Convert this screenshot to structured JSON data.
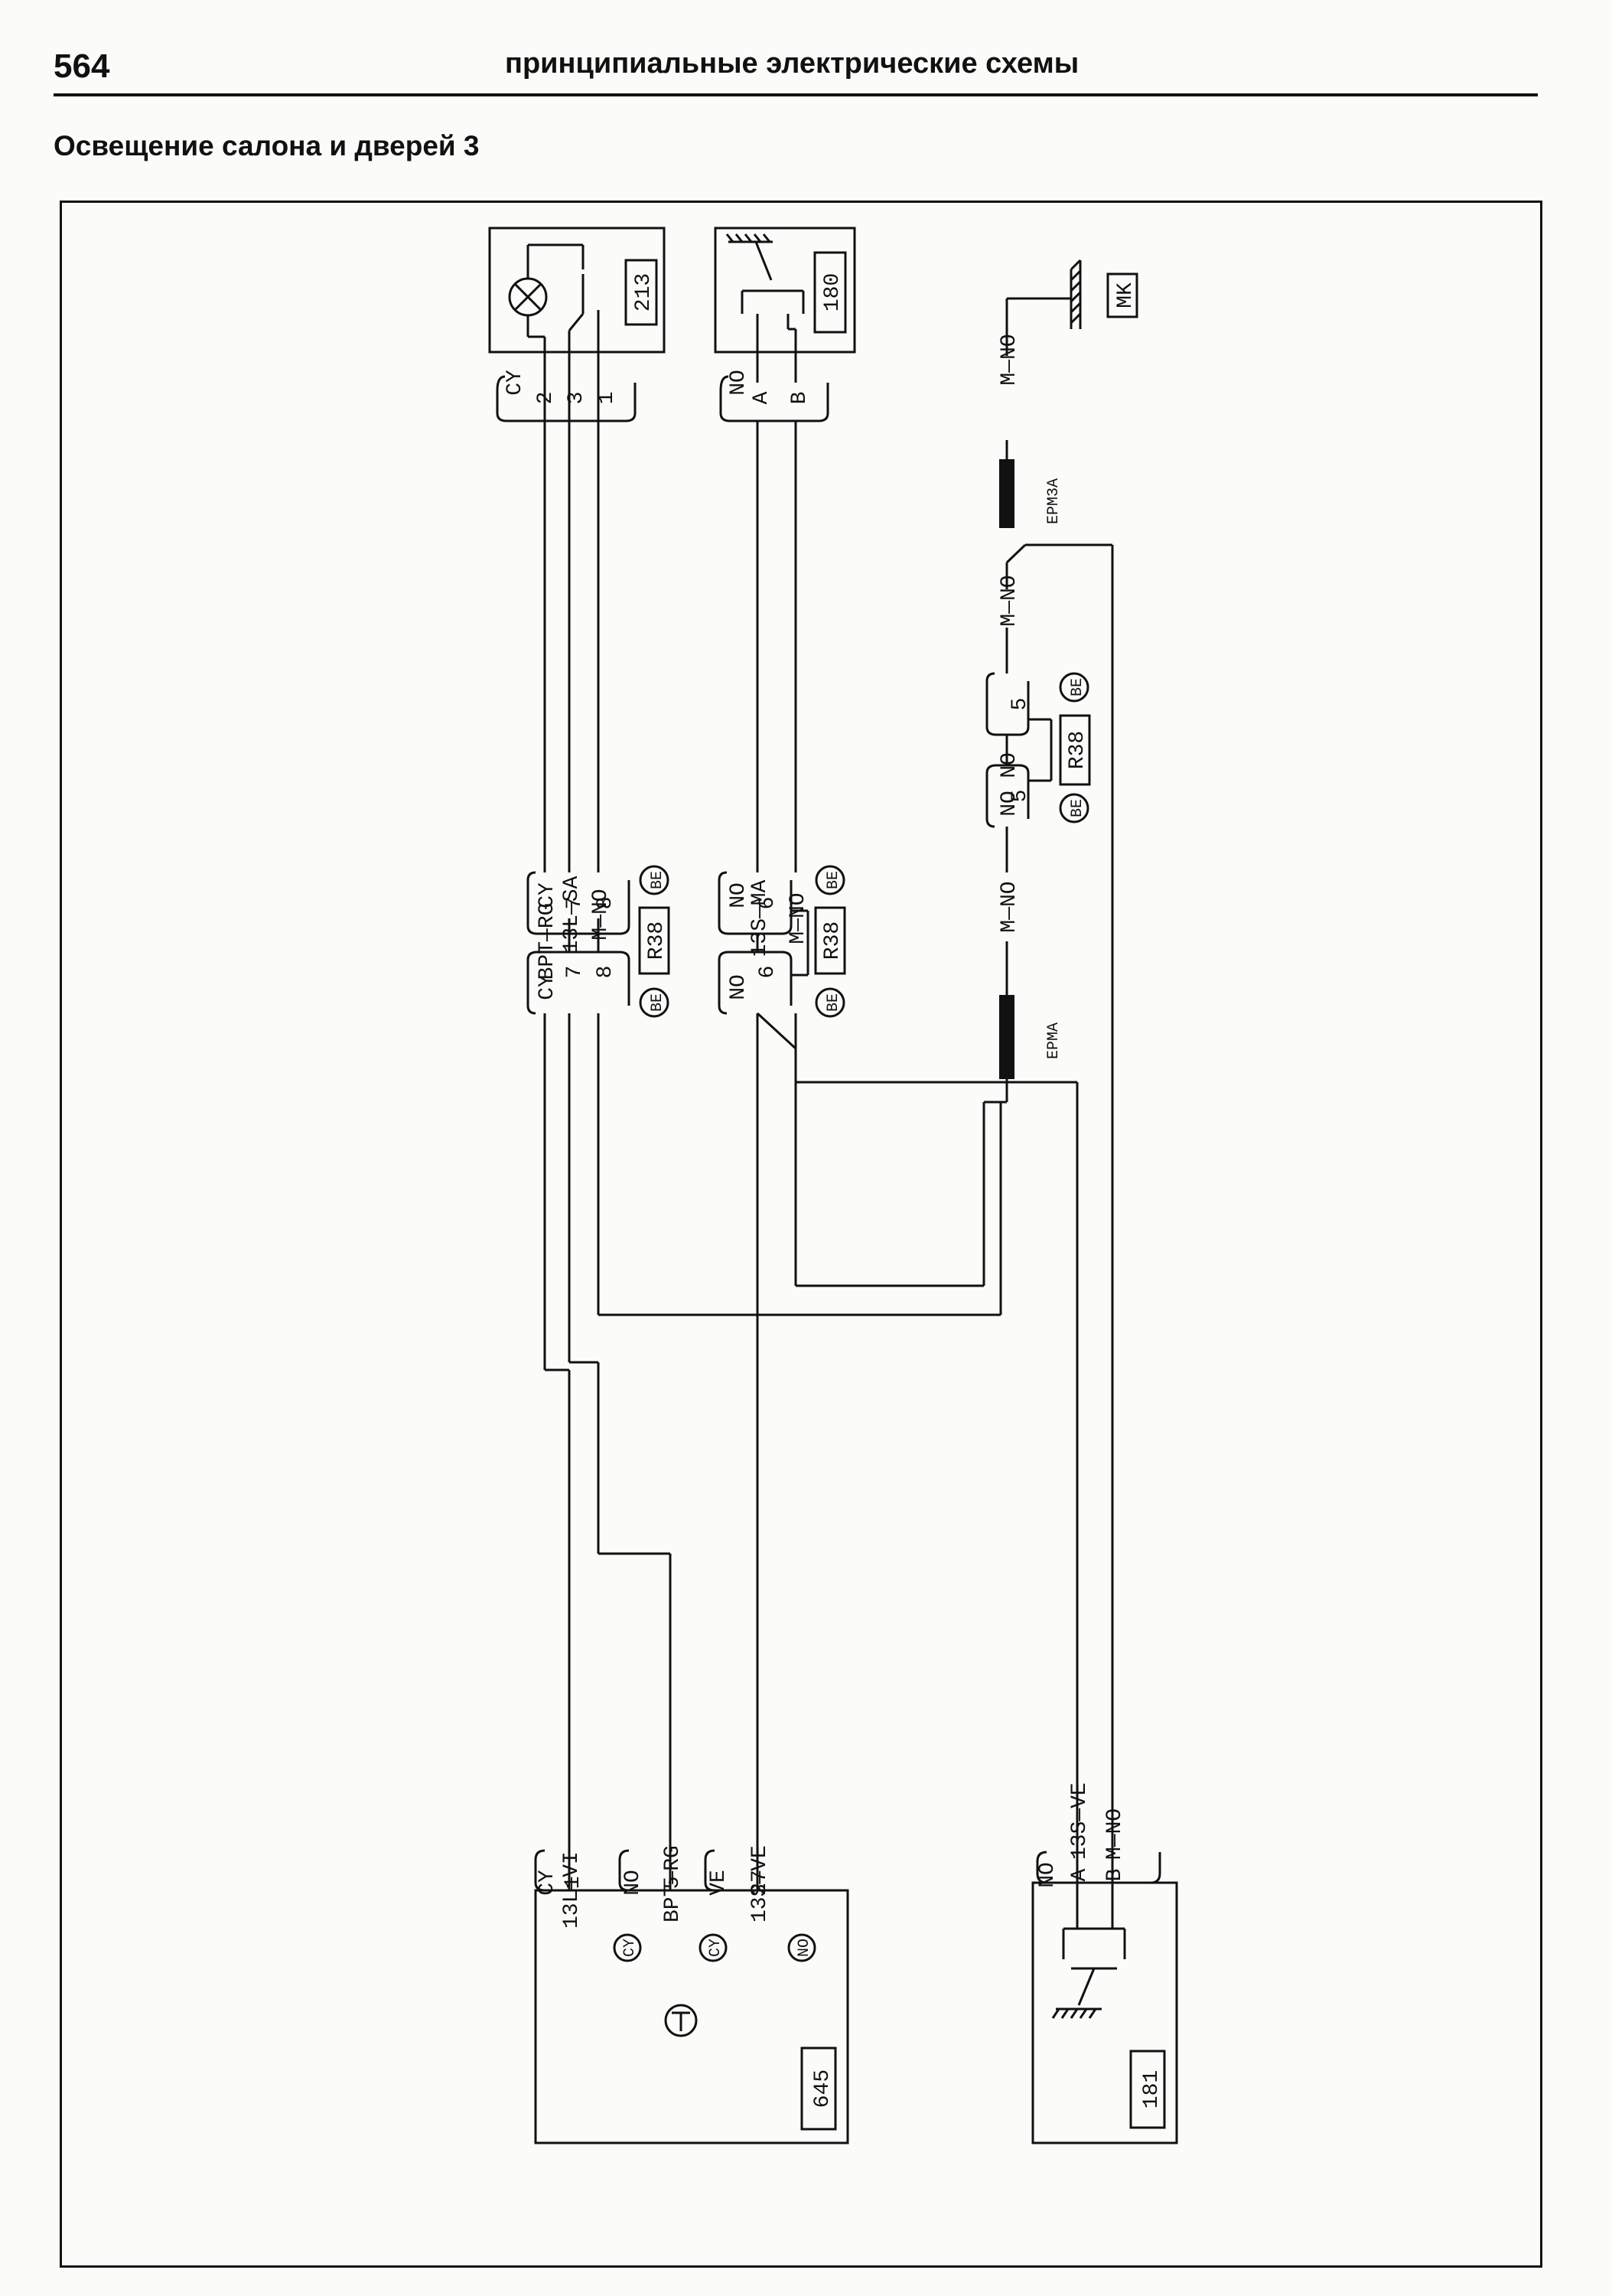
{
  "header": {
    "page_number": "564",
    "title": "принципиальные электрические схемы"
  },
  "section_title": "Освещение салона и дверей 3",
  "components": {
    "c213": "213",
    "c180": "180",
    "c645": "645",
    "c181": "181",
    "mk": "MK"
  },
  "connectors": {
    "c213_tag": "CY",
    "c213_p2": "2",
    "c213_p3": "3",
    "c213_p1": "1",
    "c180_tag": "NO",
    "c180_pa": "A",
    "c180_pb": "B",
    "c645_tag1": "CY",
    "c645_p1": "1",
    "c645_tag2": "NO",
    "c645_p5": "5",
    "c645_tag3": "VE",
    "c645_p27": "27",
    "c181_tag": "NO",
    "c181_pa": "A",
    "c181_pb": "B",
    "r38a_ltag": "CY",
    "r38a_rtag": "CY",
    "r38a_l7": "7",
    "r38a_l8": "8",
    "r38a_r7": "7",
    "r38a_r8": "8",
    "r38a_label": "R38",
    "r38b_ltag": "NO",
    "r38b_rtag": "NO",
    "r38b_l6": "6",
    "r38b_r6": "6",
    "r38b_label": "R38",
    "r38c_ltag": "NO",
    "r38c_rtag": "NO",
    "r38c_l5": "5",
    "r38c_r5": "5",
    "r38c_label": "R38",
    "be": "BE",
    "cy": "CY",
    "no": "NO"
  },
  "wires": {
    "bpt_rg": "BPT—RG",
    "l13_sa": "13L—SA",
    "m_no": "M—NO",
    "s13_ma": "13S—MA",
    "l13_vi": "13L—VI",
    "s13_ve": "13S—VE"
  },
  "splices": {
    "epm3a": "EPM3A",
    "epma": "EPMA"
  }
}
